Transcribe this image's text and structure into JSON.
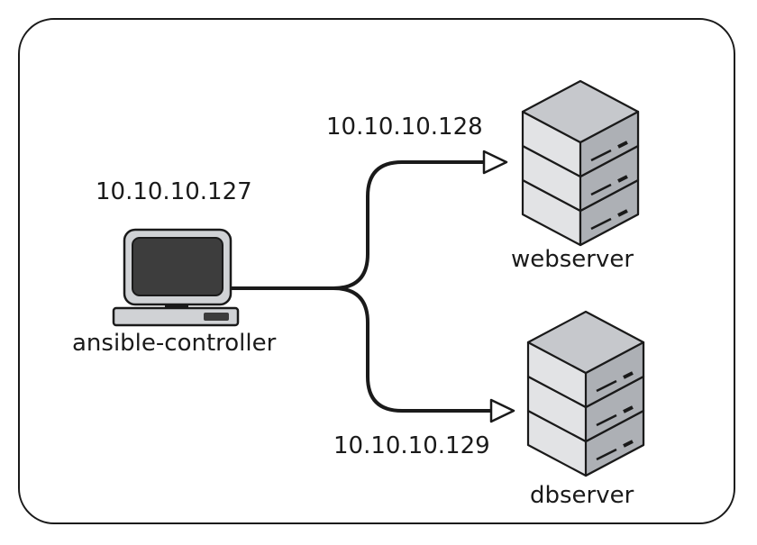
{
  "nodes": [
    {
      "id": "controller",
      "name": "ansible-controller",
      "ip": "10.10.10.127",
      "icon": "monitor-icon"
    },
    {
      "id": "web",
      "name": "webserver",
      "ip": "10.10.10.128",
      "icon": "server-stack-icon"
    },
    {
      "id": "db",
      "name": "dbserver",
      "ip": "10.10.10.129",
      "icon": "server-stack-icon"
    }
  ],
  "edges": [
    {
      "from": "controller",
      "to": "web"
    },
    {
      "from": "controller",
      "to": "db"
    }
  ],
  "colors": {
    "stroke": "#1a1a1a",
    "server_top": "#c6c8cc",
    "server_front": "#e2e3e5",
    "server_side": "#adb0b5",
    "monitor_screen": "#3d3d3d",
    "monitor_body": "#d0d2d5"
  }
}
